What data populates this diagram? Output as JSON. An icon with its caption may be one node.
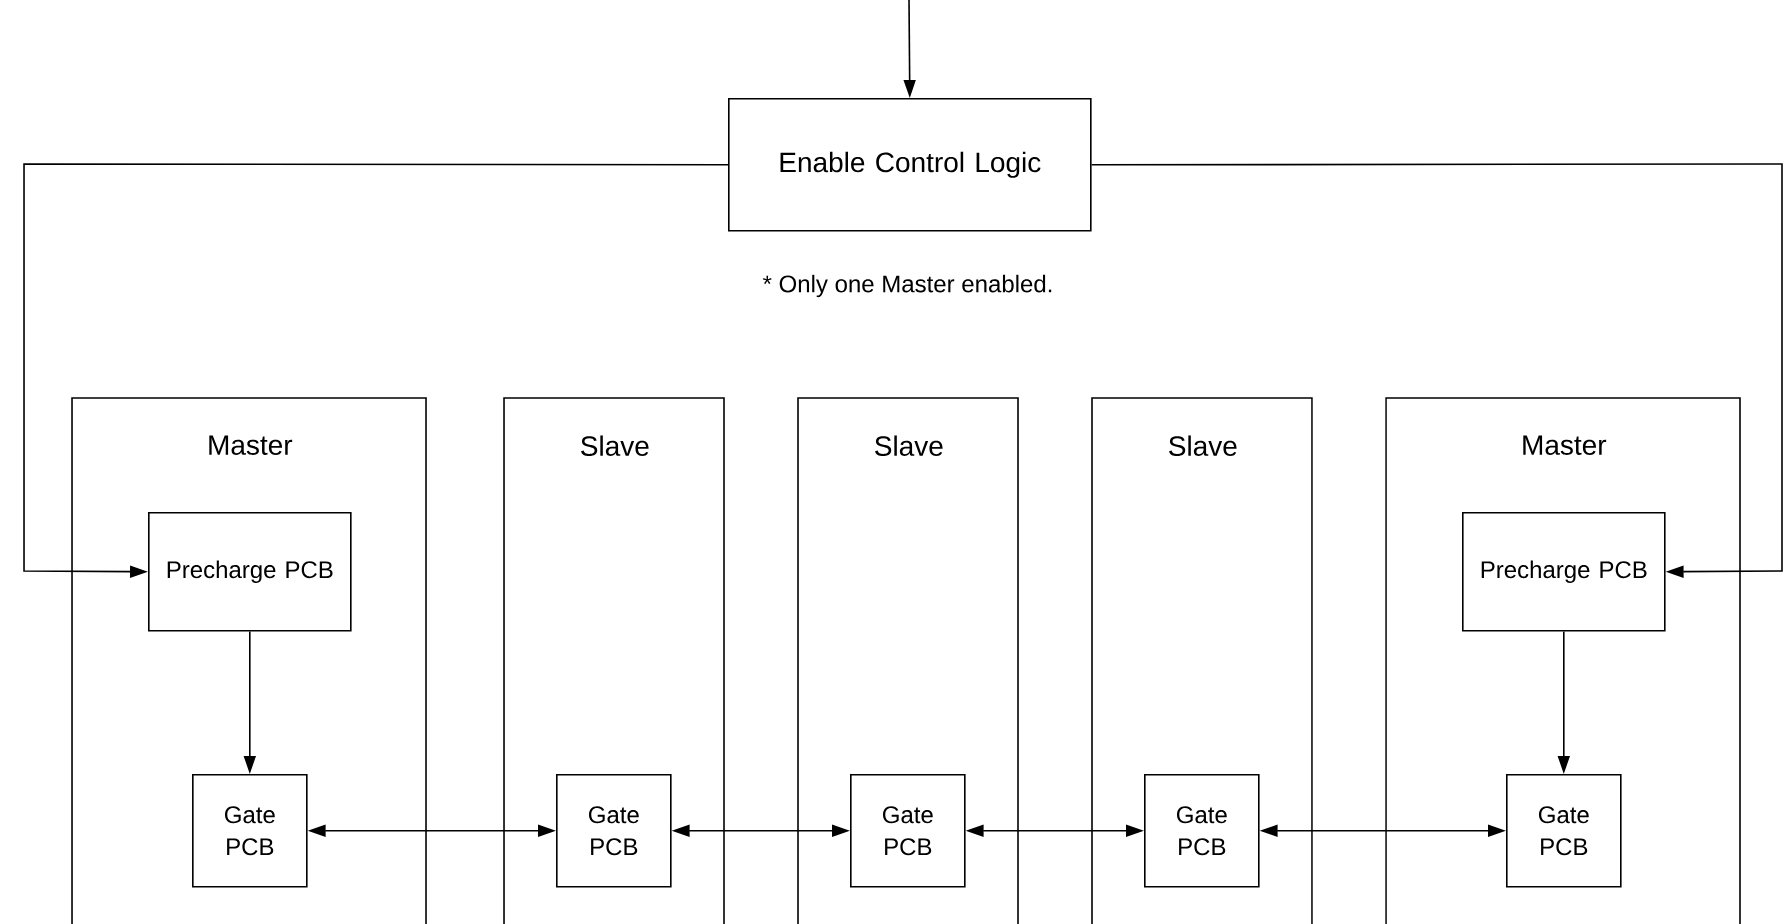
{
  "diagram": {
    "nodes": [
      {
        "text": [
          "Enable Control Logic"
        ]
      },
      {
        "text": [
          "Master"
        ]
      },
      {
        "text": [
          "Precharge PCB"
        ],
        "in": 1
      },
      {
        "text": [
          "Gate PCB"
        ],
        "in": 1
      },
      {
        "text": [
          "Slave"
        ]
      },
      {
        "text": [
          "Gate PCB"
        ],
        "in": 4
      },
      {
        "text": [
          "Slave"
        ]
      },
      {
        "text": [
          "Gate PCB"
        ],
        "in": 6
      },
      {
        "text": [
          "Slave"
        ]
      },
      {
        "text": [
          "Gate PCB"
        ],
        "in": 8
      },
      {
        "text": [
          "Master"
        ]
      },
      {
        "text": [
          "Precharge PCB"
        ],
        "in": 10
      },
      {
        "text": [
          "Gate PCB"
        ],
        "in": 10
      }
    ],
    "edges": [
      {
        "from": null,
        "to": 0,
        "arrow": "to"
      },
      {
        "from": 0,
        "to": 2,
        "arrow": "to"
      },
      {
        "from": 0,
        "to": 11,
        "arrow": "to"
      },
      {
        "from": 2,
        "to": 3,
        "arrow": "to"
      },
      {
        "from": 11,
        "to": 12,
        "arrow": "to"
      },
      {
        "from": 3,
        "to": 5,
        "arrow": "both"
      },
      {
        "from": 5,
        "to": 7,
        "arrow": "both"
      },
      {
        "from": 7,
        "to": 9,
        "arrow": "both"
      },
      {
        "from": 9,
        "to": 12,
        "arrow": "both"
      }
    ],
    "labels": [
      "* Only one Master enabled."
    ]
  }
}
